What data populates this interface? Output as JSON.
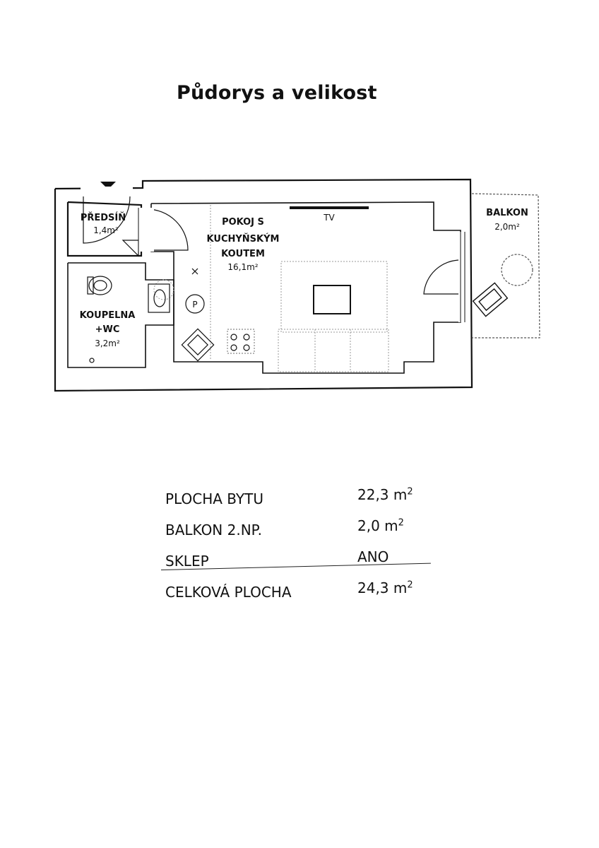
{
  "title": "Půdorys a velikost",
  "plan": {
    "rooms": [
      {
        "label_lines": [
          "PŘEDSÍŇ"
        ],
        "area": "1,4m²"
      },
      {
        "label_lines": [
          "POKOJ S",
          "KUCHYŇSKÝM",
          "KOUTEM"
        ],
        "area": "16,1m²"
      },
      {
        "label_lines": [
          "BALKON"
        ],
        "area": "2,0m²"
      },
      {
        "label_lines": [
          "KOUPELNA",
          "+WC"
        ],
        "area": "3,2m²"
      }
    ],
    "tv_label": "TV",
    "boiler_label": "P"
  },
  "areas": {
    "rows": [
      {
        "label": "PLOCHA BYTU",
        "value": "22,3 m",
        "sup": "2"
      },
      {
        "label": "BALKON 2.NP.",
        "value": "2,0 m",
        "sup": "2"
      },
      {
        "label": "SKLEP",
        "value": "ANO",
        "sup": ""
      },
      {
        "label": "CELKOVÁ PLOCHA",
        "value": "24,3 m",
        "sup": "2"
      }
    ]
  }
}
